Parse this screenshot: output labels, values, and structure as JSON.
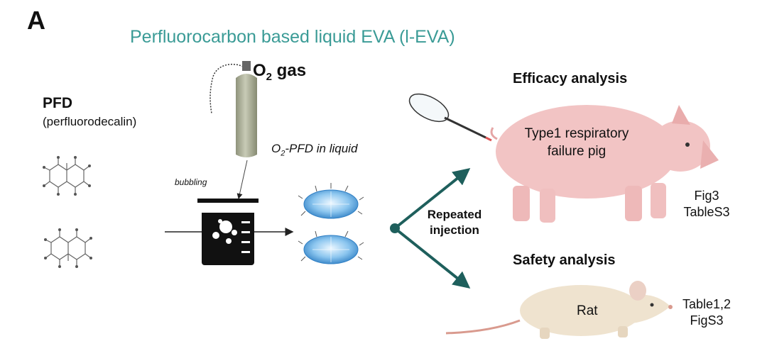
{
  "panel_label": "A",
  "title": "Perfluorocarbon  based liquid EVA (l-EVA)",
  "pfd": {
    "name": "PFD",
    "full_name": "(perfluorodecalin)"
  },
  "oxygen": {
    "prefix": "O",
    "subscript": "2",
    "suffix": " gas"
  },
  "liquid": {
    "prefix": "O",
    "subscript": "2",
    "suffix": "-PFD  in liquid"
  },
  "process_label": "bubbling",
  "route": {
    "line1": "Repeated",
    "line2": "injection"
  },
  "efficacy": {
    "heading": "Efficacy  analysis",
    "model_line1": "Type1  respiratory",
    "model_line2": "failure  pig",
    "ref_line1": "Fig3",
    "ref_line2": "TableS3"
  },
  "safety": {
    "heading": "Safety  analysis",
    "model": "Rat",
    "ref_line1": "Table1,2",
    "ref_line2": "FigS3"
  },
  "colors": {
    "title": "#3a9b96",
    "arrow": "#1e5f5c",
    "pig": "#f2c4c4",
    "rat": "#efe3cf",
    "droplet": "#5aa7e0",
    "cylinder": "#a9ad94"
  },
  "icons": [
    "gas-cylinder-icon",
    "beaker-icon",
    "droplet-icon",
    "syringe-icon",
    "pig-icon",
    "rat-icon",
    "molecule-icon"
  ]
}
